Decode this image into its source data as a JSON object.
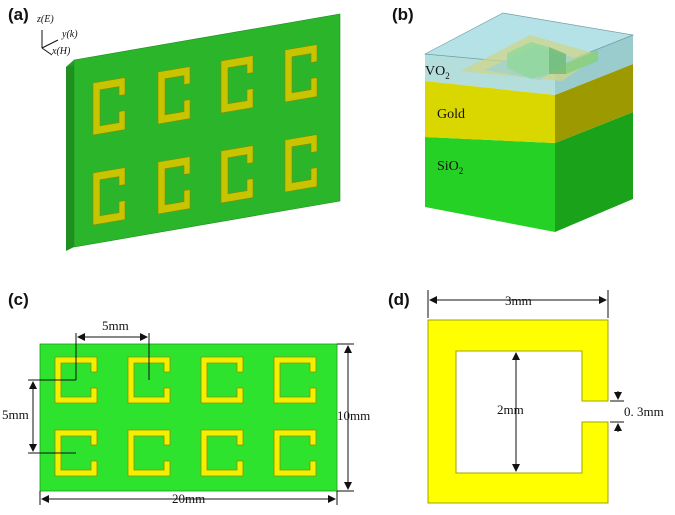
{
  "panels": {
    "a": {
      "label": "(a)"
    },
    "b": {
      "label": "(b)"
    },
    "c": {
      "label": "(c)"
    },
    "d": {
      "label": "(d)"
    }
  },
  "axes": {
    "z": "z(E)",
    "y": "y(k)",
    "x": "x(H)"
  },
  "layers": {
    "vo2": "VO",
    "vo2_sub": "2",
    "gold": "Gold",
    "sio2": "SiO",
    "sio2_sub": "2"
  },
  "dimensions_c": {
    "pitch_top": "5mm",
    "pitch_left": "5mm",
    "height": "10mm",
    "width": "20mm"
  },
  "dimensions_d": {
    "outer": "3mm",
    "inner": "2mm",
    "gap": "0. 3mm"
  },
  "colors": {
    "substrate": "#2bb52b",
    "gold": "#d7d000",
    "substrate_flat": "#2ee32e",
    "gold_flat": "#f2ef00",
    "vo2": "#a8d7dd"
  }
}
